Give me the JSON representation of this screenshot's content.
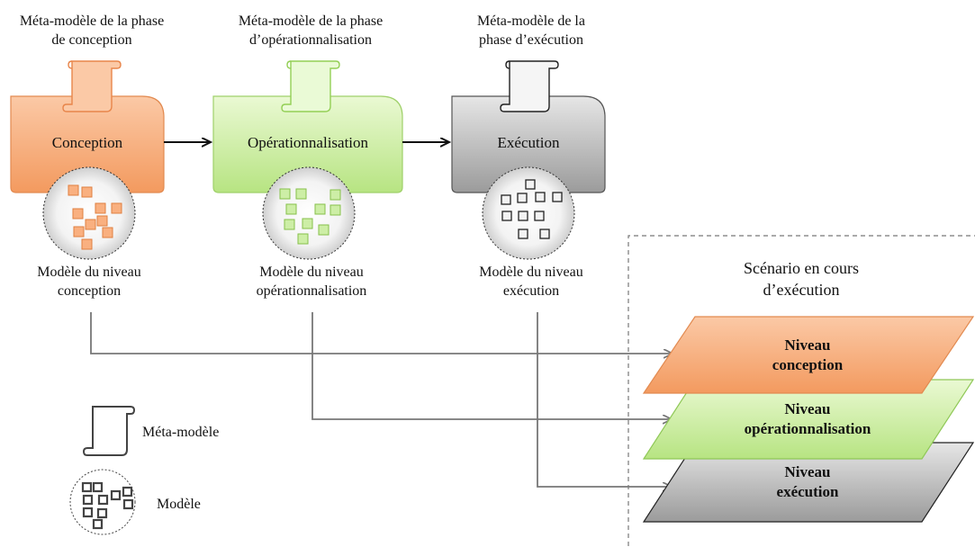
{
  "phases": [
    {
      "metamodel_label": "Méta-modèle de la phase\nde conception",
      "name": "Conception",
      "model_label": "Modèle du niveau\nconception",
      "color": "#f7a06a",
      "light": "#fde3d2"
    },
    {
      "metamodel_label": "Méta-modèle de la phase\nd’opérationnalisation",
      "name": "Opérationnalisation",
      "model_label": "Modèle du niveau\nopérationnalisation",
      "color": "#b4e07e",
      "light": "#eefadf"
    },
    {
      "metamodel_label": "Méta-modèle de la\nphase d’exécution",
      "name": "Exécution",
      "model_label": "Modèle du niveau\nexécution",
      "color": "#aaaaaa",
      "light": "#f0f0f0"
    }
  ],
  "scenario": {
    "title": "Scénario en cours\nd’exécution",
    "levels": [
      {
        "label": "Niveau\nconception",
        "color": "#f7a06a"
      },
      {
        "label": "Niveau\nopérationnalisation",
        "color": "#bfe68f"
      },
      {
        "label": "Niveau\nexécution",
        "color": "#9e9e9e"
      }
    ]
  },
  "legend": {
    "metamodel": "Méta-modèle",
    "model": "Modèle"
  }
}
